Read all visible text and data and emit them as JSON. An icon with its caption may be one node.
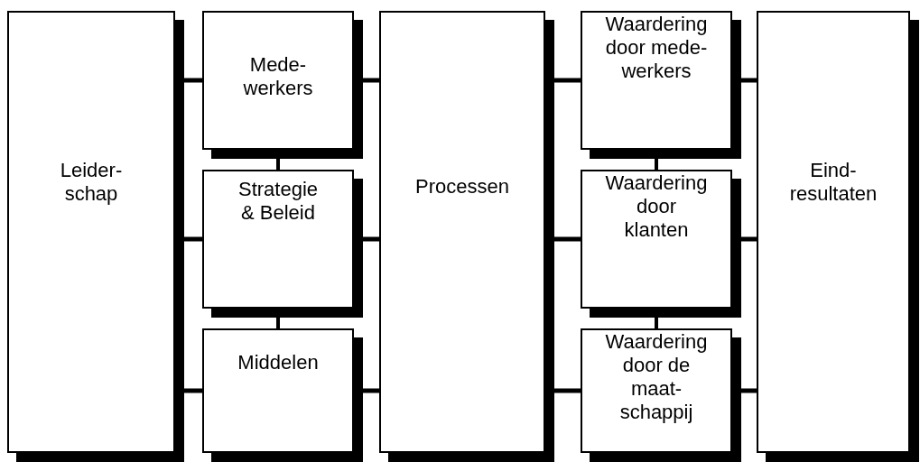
{
  "diagram": {
    "nodes": [
      {
        "text": [
          "Leider- schap"
        ]
      },
      {
        "text": [
          "Mede- werkers"
        ]
      },
      {
        "text": [
          "Strategie & Beleid"
        ]
      },
      {
        "text": [
          "Middelen"
        ]
      },
      {
        "text": [
          "Processen"
        ]
      },
      {
        "text": [
          "Waardering door mede- werkers"
        ]
      },
      {
        "text": [
          "Waardering door klanten"
        ]
      },
      {
        "text": [
          "Waardering door de maat- schappij"
        ]
      },
      {
        "text": [
          "Eind- resultaten"
        ]
      }
    ],
    "edges": [
      {
        "from": 0,
        "to": 1,
        "arrow": "none"
      },
      {
        "from": 0,
        "to": 2,
        "arrow": "none"
      },
      {
        "from": 0,
        "to": 3,
        "arrow": "none"
      },
      {
        "from": 1,
        "to": 2,
        "arrow": "none"
      },
      {
        "from": 2,
        "to": 3,
        "arrow": "none"
      },
      {
        "from": 1,
        "to": 4,
        "arrow": "none"
      },
      {
        "from": 2,
        "to": 4,
        "arrow": "none"
      },
      {
        "from": 3,
        "to": 4,
        "arrow": "none"
      },
      {
        "from": 4,
        "to": 5,
        "arrow": "none"
      },
      {
        "from": 4,
        "to": 6,
        "arrow": "none"
      },
      {
        "from": 4,
        "to": 7,
        "arrow": "none"
      },
      {
        "from": 5,
        "to": 6,
        "arrow": "none"
      },
      {
        "from": 6,
        "to": 7,
        "arrow": "none"
      },
      {
        "from": 5,
        "to": 8,
        "arrow": "none"
      },
      {
        "from": 6,
        "to": 8,
        "arrow": "none"
      },
      {
        "from": 7,
        "to": 8,
        "arrow": "none"
      }
    ]
  }
}
